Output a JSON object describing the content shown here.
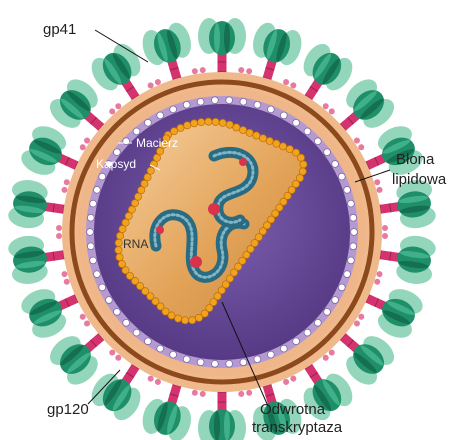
{
  "labels": {
    "gp41": "gp41",
    "matrix": "Macierz",
    "capsid": "Kapsyd",
    "rna": "RNA",
    "membrane_line1": "Błona",
    "membrane_line2": "lipidowa",
    "gp120": "gp120",
    "rt_line1": "Odwrotna",
    "rt_line2": "transkryptaza"
  },
  "colors": {
    "gp120_dark": "#1f8f6a",
    "gp120_light": "#93d6bb",
    "gp41": "#d4336f",
    "outer_shell": "#f0b98c",
    "membrane": "#8c4a1c",
    "matrix_ring": "#b59ad2",
    "interior": "#6b4b9b",
    "core_fill": "#e8a85a",
    "core_beads": "#f2a21d",
    "rna": "#2a6b82",
    "enzyme": "#d8334a"
  },
  "icons": {
    "envelope": "glycoprotein-spike-icon",
    "core": "capsid-core-icon"
  }
}
